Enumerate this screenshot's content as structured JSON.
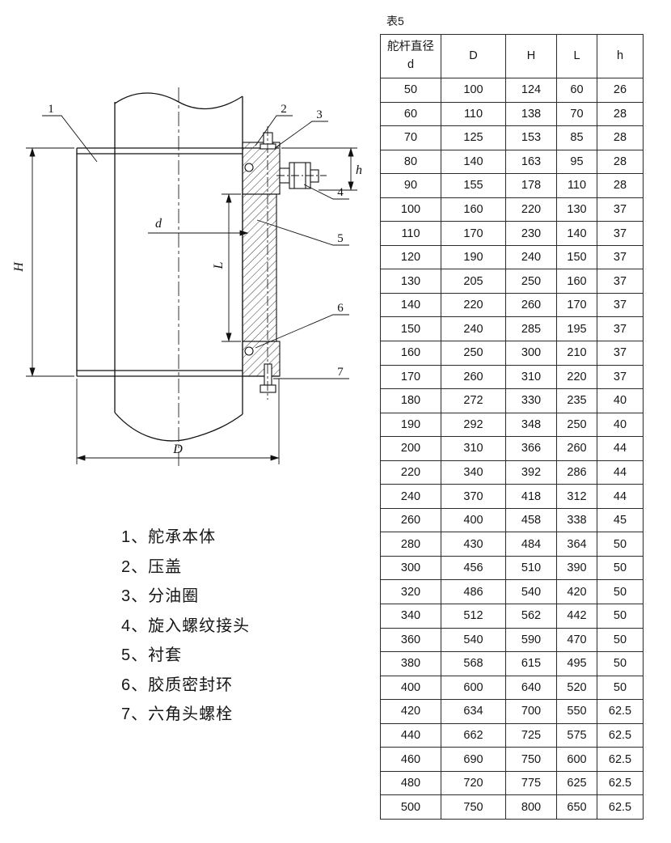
{
  "table": {
    "caption": "表5",
    "col_head_1a": "舵杆直径",
    "col_head_1b": "d",
    "col_head_2": "D",
    "col_head_3": "H",
    "col_head_4": "L",
    "col_head_5": "h",
    "rows": [
      [
        "50",
        "100",
        "124",
        "60",
        "26"
      ],
      [
        "60",
        "110",
        "138",
        "70",
        "28"
      ],
      [
        "70",
        "125",
        "153",
        "85",
        "28"
      ],
      [
        "80",
        "140",
        "163",
        "95",
        "28"
      ],
      [
        "90",
        "155",
        "178",
        "110",
        "28"
      ],
      [
        "100",
        "160",
        "220",
        "130",
        "37"
      ],
      [
        "110",
        "170",
        "230",
        "140",
        "37"
      ],
      [
        "120",
        "190",
        "240",
        "150",
        "37"
      ],
      [
        "130",
        "205",
        "250",
        "160",
        "37"
      ],
      [
        "140",
        "220",
        "260",
        "170",
        "37"
      ],
      [
        "150",
        "240",
        "285",
        "195",
        "37"
      ],
      [
        "160",
        "250",
        "300",
        "210",
        "37"
      ],
      [
        "170",
        "260",
        "310",
        "220",
        "37"
      ],
      [
        "180",
        "272",
        "330",
        "235",
        "40"
      ],
      [
        "190",
        "292",
        "348",
        "250",
        "40"
      ],
      [
        "200",
        "310",
        "366",
        "260",
        "44"
      ],
      [
        "220",
        "340",
        "392",
        "286",
        "44"
      ],
      [
        "240",
        "370",
        "418",
        "312",
        "44"
      ],
      [
        "260",
        "400",
        "458",
        "338",
        "45"
      ],
      [
        "280",
        "430",
        "484",
        "364",
        "50"
      ],
      [
        "300",
        "456",
        "510",
        "390",
        "50"
      ],
      [
        "320",
        "486",
        "540",
        "420",
        "50"
      ],
      [
        "340",
        "512",
        "562",
        "442",
        "50"
      ],
      [
        "360",
        "540",
        "590",
        "470",
        "50"
      ],
      [
        "380",
        "568",
        "615",
        "495",
        "50"
      ],
      [
        "400",
        "600",
        "640",
        "520",
        "50"
      ],
      [
        "420",
        "634",
        "700",
        "550",
        "62.5"
      ],
      [
        "440",
        "662",
        "725",
        "575",
        "62.5"
      ],
      [
        "460",
        "690",
        "750",
        "600",
        "62.5"
      ],
      [
        "480",
        "720",
        "775",
        "625",
        "62.5"
      ],
      [
        "500",
        "750",
        "800",
        "650",
        "62.5"
      ]
    ]
  },
  "parts_list": [
    "1、舵承本体",
    "2、压盖",
    "3、分油圈",
    "4、旋入螺纹接头",
    "5、衬套",
    "6、胶质密封环",
    "7、六角头螺栓"
  ],
  "drawing": {
    "dims": {
      "H": "H",
      "d": "d",
      "L": "L",
      "D": "D",
      "h": "h"
    },
    "callouts": [
      "1",
      "2",
      "3",
      "4",
      "5",
      "6",
      "7"
    ]
  }
}
